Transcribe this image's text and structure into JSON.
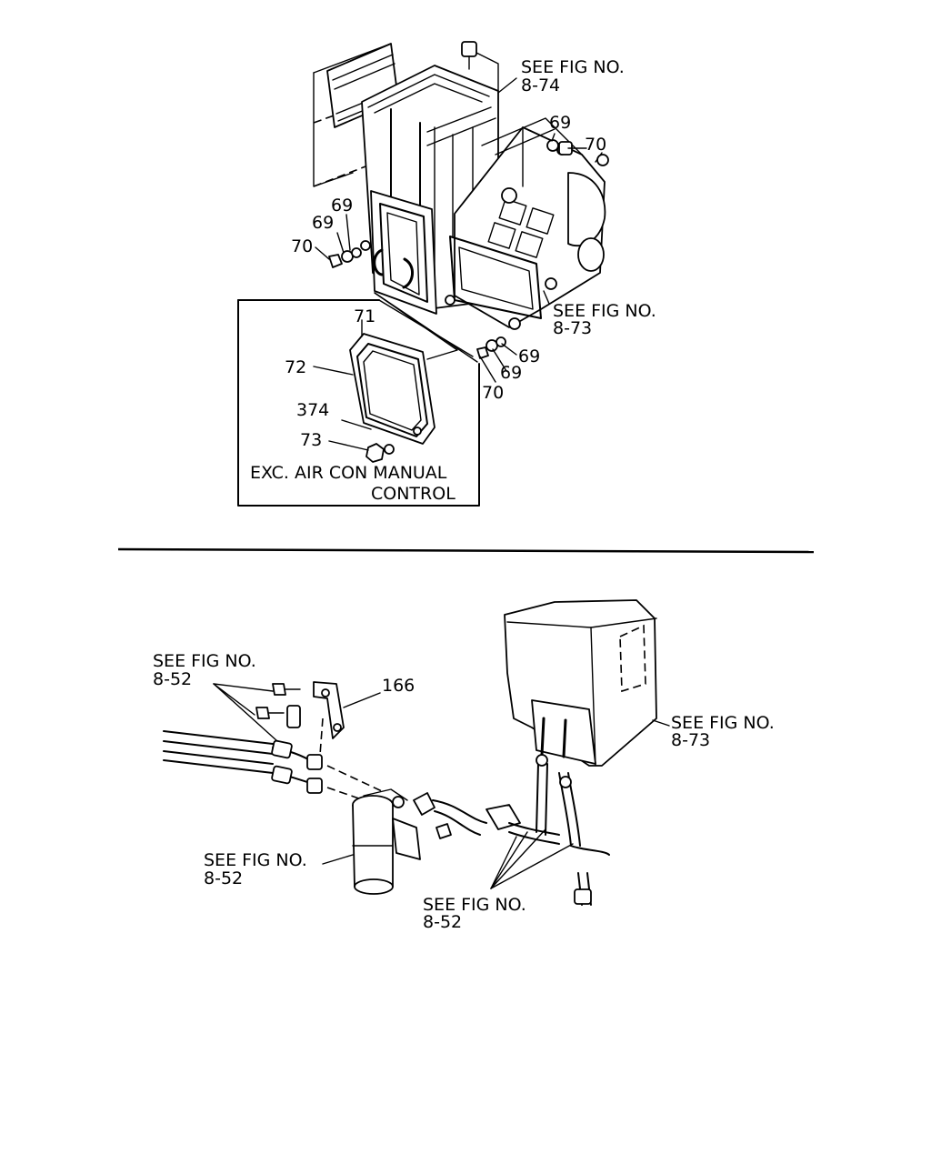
{
  "upper": {
    "see_fig_8_74": {
      "line1": "SEE FIG NO.",
      "line2": "8-74"
    },
    "see_fig_8_73": {
      "line1": "SEE FIG NO.",
      "line2": "8-73"
    },
    "callouts": {
      "c69_top": "69",
      "c70_top": "70",
      "c69_left_a": "69",
      "c69_left_b": "69",
      "c70_left": "70",
      "c69_right_a": "69",
      "c69_right_b": "69",
      "c70_right": "70",
      "c71": "71",
      "c72": "72",
      "c374": "374",
      "c73": "73"
    },
    "inset_caption": {
      "line1": "EXC. AIR CON MANUAL",
      "line2": "CONTROL"
    }
  },
  "lower": {
    "see_fig_8_52_topleft": {
      "line1": "SEE FIG NO.",
      "line2": "8-52"
    },
    "see_fig_8_52_left": {
      "line1": "SEE FIG NO.",
      "line2": "8-52"
    },
    "see_fig_8_52_bottom": {
      "line1": "SEE FIG NO.",
      "line2": "8-52"
    },
    "see_fig_8_73": {
      "line1": "SEE FIG NO.",
      "line2": "8-73"
    },
    "c166": "166"
  }
}
